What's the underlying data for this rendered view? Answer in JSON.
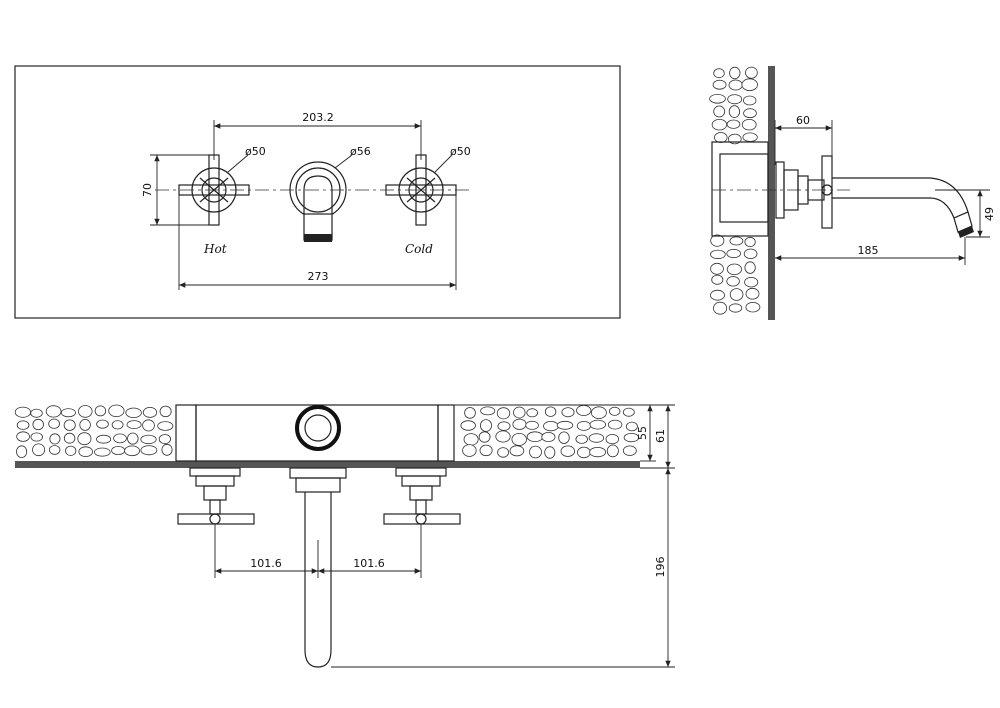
{
  "front_view": {
    "handle_spacing": "203.2",
    "overall_width": "273",
    "handle_height": "70",
    "hot_diameter": "ø50",
    "spout_diameter": "ø56",
    "cold_diameter": "ø50",
    "hot_label": "Hot",
    "cold_label": "Cold"
  },
  "side_view": {
    "depth": "60",
    "spout_drop": "49",
    "spout_reach": "185"
  },
  "top_view": {
    "left_spacing": "101.6",
    "right_spacing": "101.6",
    "body_depth_inner": "55",
    "body_depth_outer": "61",
    "spout_length": "196"
  }
}
